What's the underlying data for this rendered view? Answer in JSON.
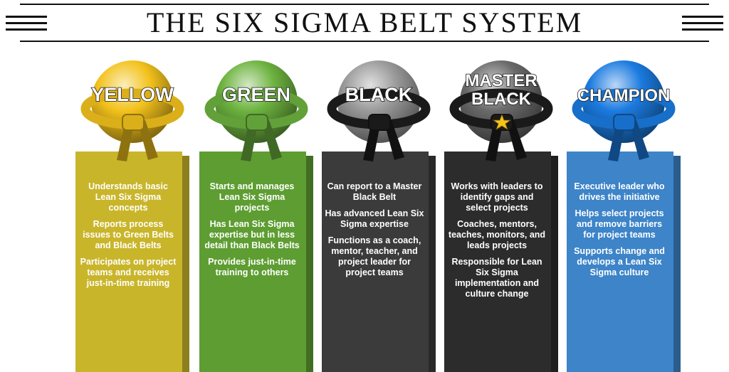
{
  "title": "THE SIX SIGMA BELT SYSTEM",
  "belts": [
    {
      "label": "YELLOW",
      "label_lines": [
        "YELLOW"
      ],
      "color": "#f3c21c",
      "box_color": "#c9b52a",
      "items": [
        "Understands basic Lean Six Sigma concepts",
        "Reports process issues to Green Belts and Black Belts",
        "Participates on project teams and receives just-in-time training"
      ]
    },
    {
      "label": "GREEN",
      "label_lines": [
        "GREEN"
      ],
      "color": "#6db33f",
      "box_color": "#5e9d32",
      "items": [
        "Starts and manages Lean Six Sigma projects",
        "Has Lean Six Sigma expertise but in less detail than Black Belts",
        "Provides just-in-time training to others"
      ]
    },
    {
      "label": "BLACK",
      "label_lines": [
        "BLACK"
      ],
      "color": "#9a9a9a",
      "box_color": "#3b3b3b",
      "items": [
        "Can report to a Master Black Belt",
        "Has advanced Lean Six Sigma expertise",
        "Functions as a coach, mentor, teacher, and project leader for project teams"
      ]
    },
    {
      "label": "MASTER BLACK",
      "label_lines": [
        "MASTER",
        "BLACK"
      ],
      "color": "#6a6a6a",
      "box_color": "#2c2c2c",
      "items": [
        "Works with leaders to identify gaps and select projects",
        "Coaches, mentors, teaches, monitors, and leads projects",
        "Responsible for Lean Six Sigma implementation and culture change"
      ]
    },
    {
      "label": "CHAMPION",
      "label_lines": [
        "CHAMPION"
      ],
      "color": "#1b7be0",
      "box_color": "#3d84c8",
      "items": [
        "Executive leader who drives the initiative",
        "Helps select projects and remove barriers for project teams",
        "Supports change and develops a Lean Six Sigma culture"
      ]
    }
  ]
}
